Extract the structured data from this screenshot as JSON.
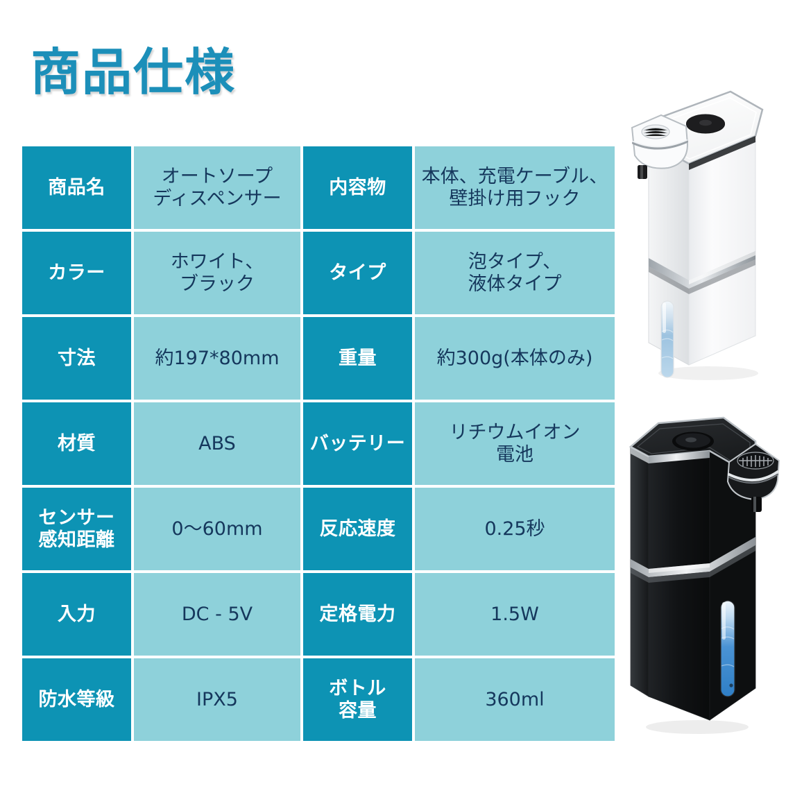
{
  "header": {
    "title": "商品仕様",
    "title_color": "#1c8fb9"
  },
  "theme": {
    "label_bg": "#0d93b4",
    "value_bg": "#8ed1da",
    "label_text": "#ffffff",
    "value_text": "#15375c",
    "page_bg": "#ffffff"
  },
  "spec_table": {
    "rows": [
      {
        "label_left": "商品名",
        "value_left_lines": [
          "オートソープ",
          "ディスペンサー"
        ],
        "label_right": "内容物",
        "value_right_lines": [
          "本体、充電ケーブル、",
          "壁掛け用フック"
        ]
      },
      {
        "label_left": "カラー",
        "value_left_lines": [
          "ホワイト、",
          "ブラック"
        ],
        "label_right": "タイプ",
        "value_right_lines": [
          "泡タイプ、",
          "液体タイプ"
        ]
      },
      {
        "label_left": "寸法",
        "value_left_lines": [
          "約197*80mm"
        ],
        "label_right": "重量",
        "value_right_lines": [
          "約300g(本体のみ)"
        ]
      },
      {
        "label_left": "材質",
        "value_left_lines": [
          "ABS"
        ],
        "label_right": "バッテリー",
        "value_right_lines": [
          "リチウムイオン",
          "電池"
        ]
      },
      {
        "label_left_lines": [
          "センサー",
          "感知距離"
        ],
        "label_left": "センサー感知距離",
        "value_left_lines": [
          "0〜60mm"
        ],
        "label_right": "反応速度",
        "value_right_lines": [
          "0.25秒"
        ]
      },
      {
        "label_left": "入力",
        "value_left_lines": [
          "DC - 5V"
        ],
        "label_right": "定格電力",
        "value_right_lines": [
          "1.5W"
        ]
      },
      {
        "label_left": "防水等級",
        "value_left_lines": [
          "IPX5"
        ],
        "label_right_lines": [
          "ボトル",
          "容量"
        ],
        "label_right": "ボトル容量",
        "value_right_lines": [
          "360ml"
        ]
      }
    ]
  },
  "products": [
    {
      "name": "white-soap-dispenser",
      "color_label": "ホワイト",
      "body_color": "#f7f8f9",
      "accent_color": "#b9bfc4",
      "button_color": "#141414",
      "liquid_color": "#a8cde8"
    },
    {
      "name": "black-soap-dispenser",
      "color_label": "ブラック",
      "body_color": "#17191b",
      "accent_color": "#cfd3d6",
      "button_color": "#0c0d0e",
      "liquid_color": "#3f8fd0"
    }
  ]
}
